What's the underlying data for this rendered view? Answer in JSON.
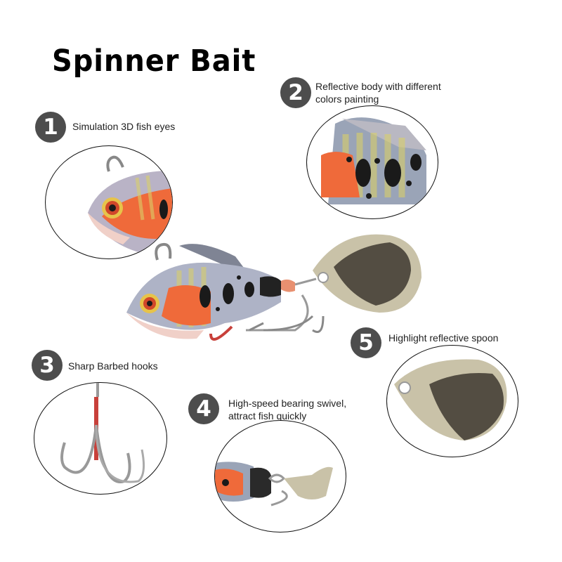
{
  "title": "Spinner Bait",
  "features": [
    {
      "num": "1",
      "text": "Simulation 3D fish eyes"
    },
    {
      "num": "2",
      "line1": "Reflective body with different",
      "line2": "colors painting"
    },
    {
      "num": "3",
      "text": "Sharp Barbed hooks"
    },
    {
      "num": "4",
      "line1": "High-speed bearing swivel,",
      "line2": "attract fish quickly"
    },
    {
      "num": "5",
      "text": "Highlight reflective spoon"
    }
  ],
  "colors": {
    "badge": "#4d4d4d",
    "body_orange": "#ef6a3a",
    "spot": "#1a1a1a",
    "spoon": "#c9c2a8"
  }
}
